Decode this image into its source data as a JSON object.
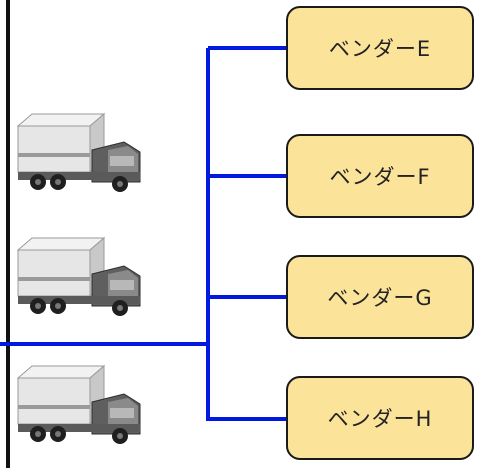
{
  "colors": {
    "connector": "#0018e0",
    "box_fill": "#fbe49a",
    "box_border": "#1a1a1a",
    "side_bar": "#111111"
  },
  "trucks": [
    {
      "icon": "truck-icon"
    },
    {
      "icon": "truck-icon"
    },
    {
      "icon": "truck-icon"
    }
  ],
  "vendors": [
    {
      "label": "ベンダーE"
    },
    {
      "label": "ベンダーF"
    },
    {
      "label": "ベンダーG"
    },
    {
      "label": "ベンダーH"
    }
  ]
}
